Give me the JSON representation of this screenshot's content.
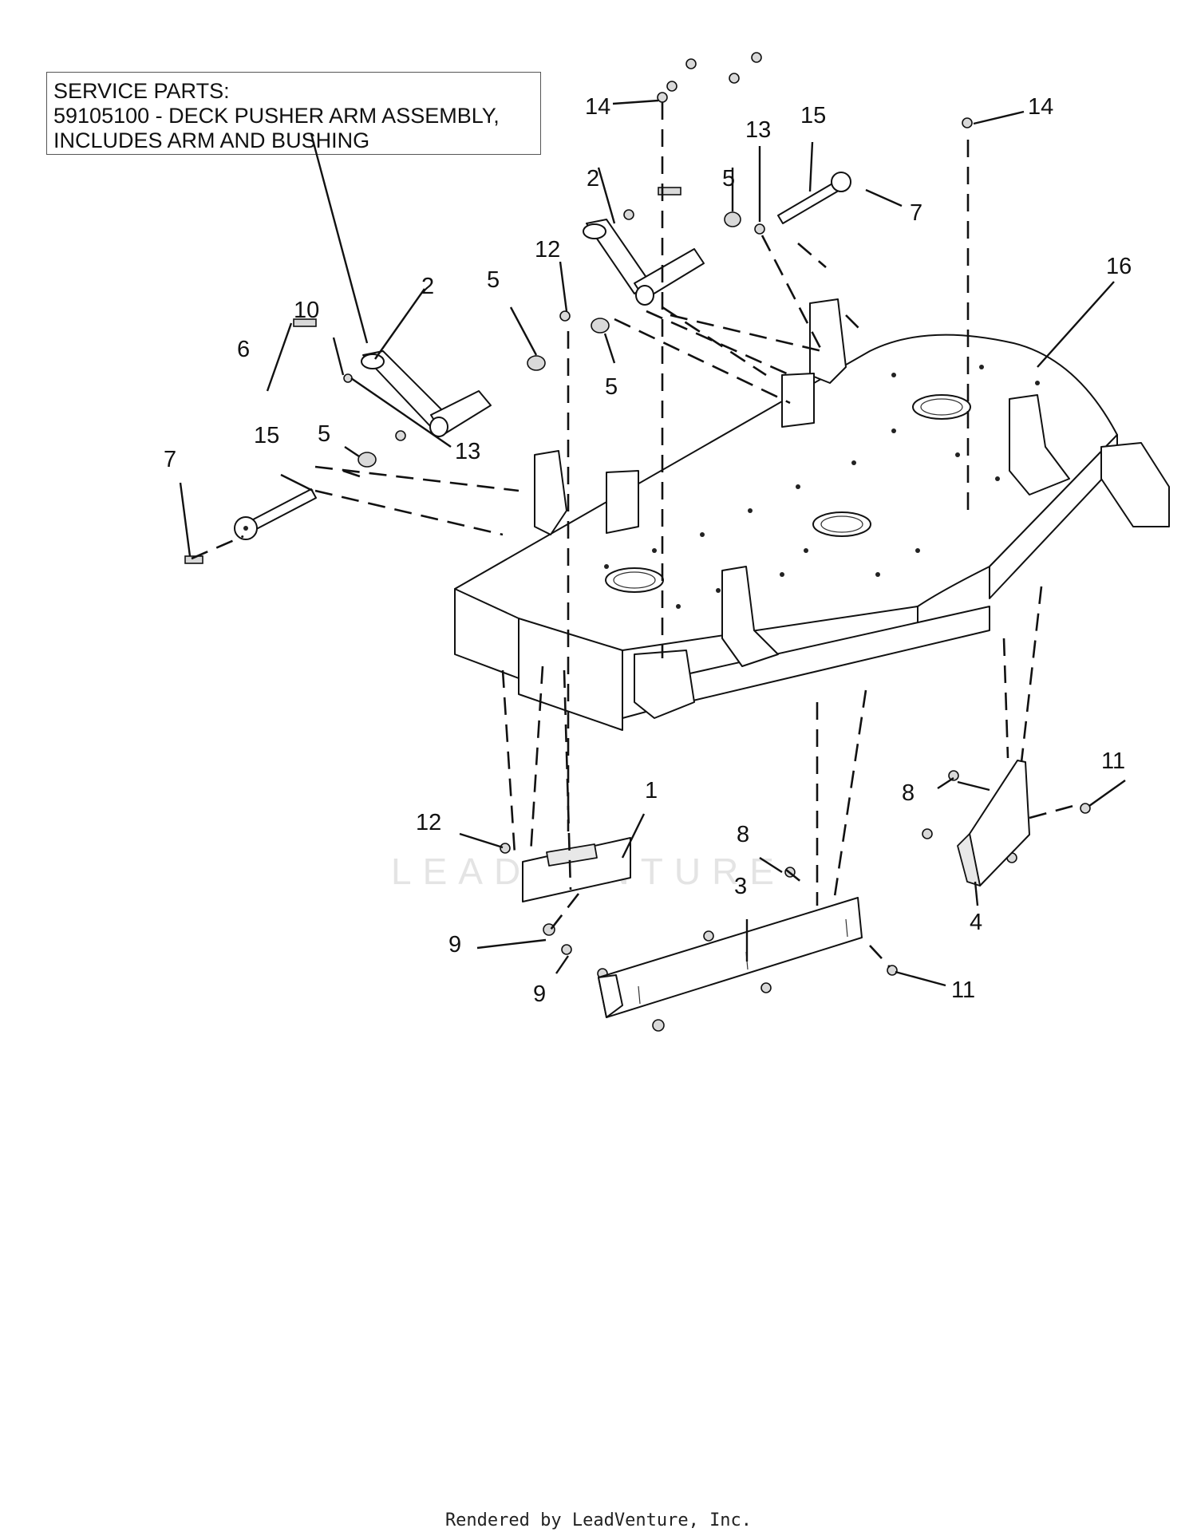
{
  "service_parts": {
    "line1": "SERVICE PARTS:",
    "line2": "59105100 - DECK PUSHER ARM ASSEMBLY,",
    "line3": "INCLUDES ARM AND BUSHING"
  },
  "callouts": {
    "c14a": "14",
    "c14b": "14",
    "c15a": "15",
    "c15b": "15",
    "c13a": "13",
    "c13b": "13",
    "c2a": "2",
    "c2b": "2",
    "c5a": "5",
    "c5b": "5",
    "c5c": "5",
    "c5d": "5",
    "c7a": "7",
    "c7b": "7",
    "c16": "16",
    "c12a": "12",
    "c12b": "12",
    "c10": "10",
    "c6": "6",
    "c1": "1",
    "c8a": "8",
    "c8b": "8",
    "c3": "3",
    "c4": "4",
    "c11a": "11",
    "c11b": "11",
    "c9a": "9",
    "c9b": "9"
  },
  "watermark": "LEADVENTURE",
  "footer": "Rendered by LeadVenture, Inc."
}
